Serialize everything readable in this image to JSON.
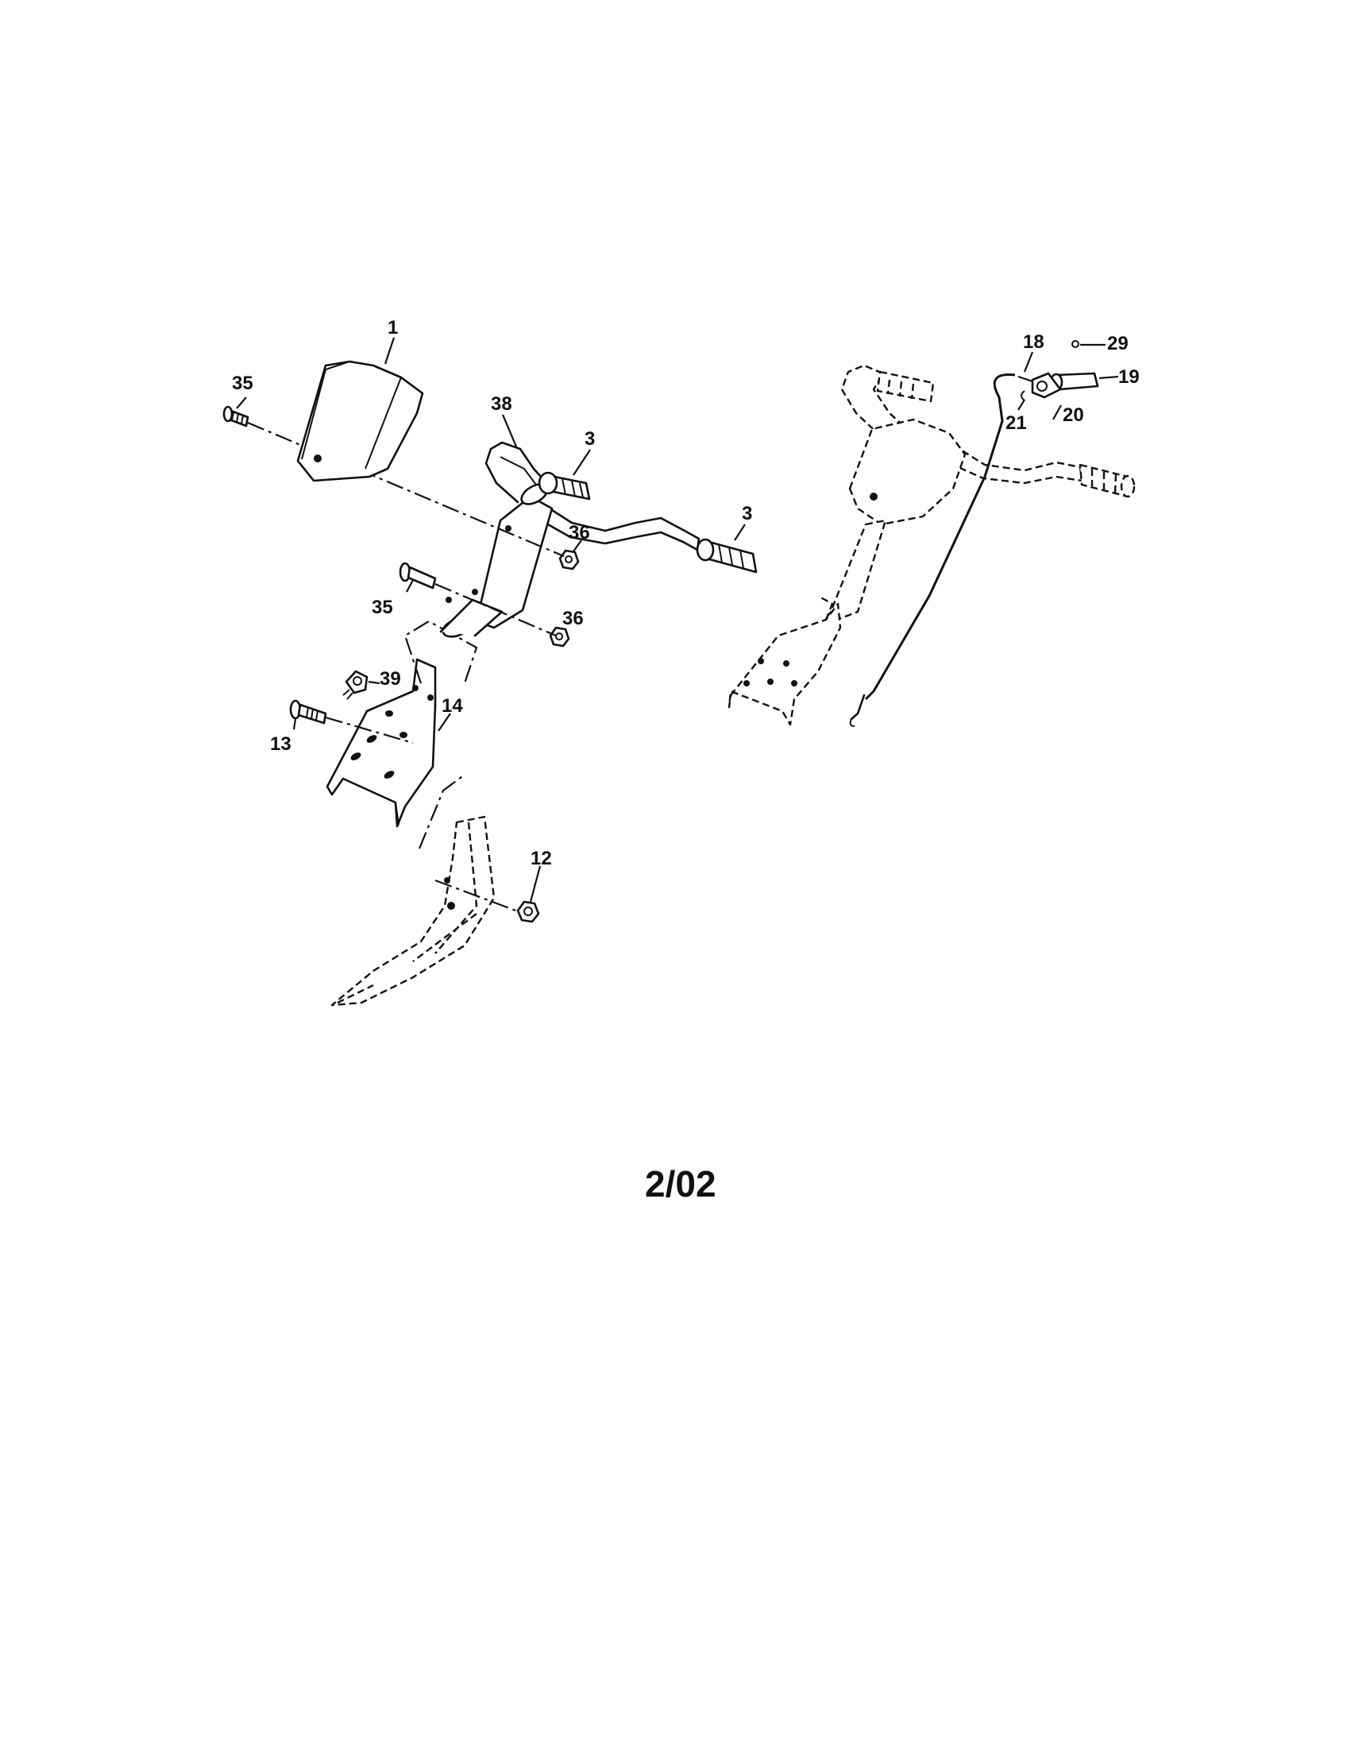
{
  "callouts": {
    "c1": "1",
    "c3a": "3",
    "c3b": "3",
    "c12": "12",
    "c13": "13",
    "c14": "14",
    "c18": "18",
    "c19": "19",
    "c20": "20",
    "c21": "21",
    "c29": "29",
    "c35a": "35",
    "c35b": "35",
    "c36a": "36",
    "c36b": "36",
    "c38": "38",
    "c39": "39"
  },
  "footer": {
    "date": "2/02"
  }
}
